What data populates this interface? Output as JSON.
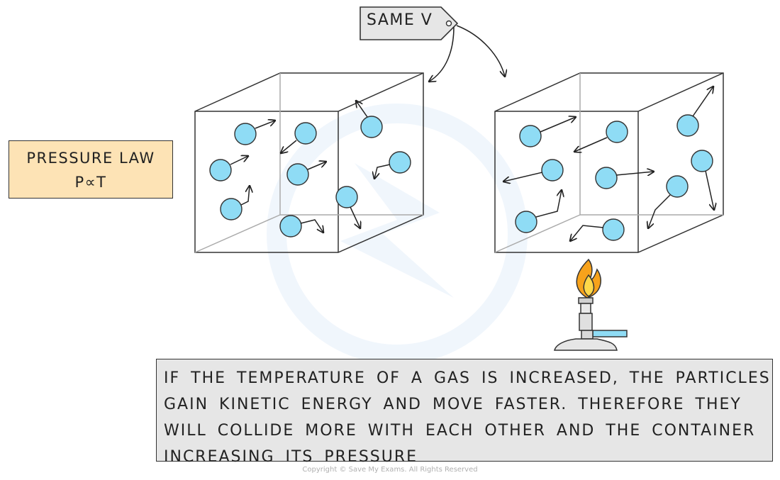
{
  "law_box": {
    "title": "PRESSURE LAW",
    "relation": "P∝T"
  },
  "tag": {
    "label": "SAME V"
  },
  "explanation": {
    "lines": [
      "IF THE TEMPERATURE OF A GAS IS INCREASED, THE PARTICLES",
      "GAIN KINETIC ENERGY AND MOVE FASTER. THEREFORE THEY",
      "WILL COLLIDE MORE WITH EACH OTHER AND THE CONTAINER",
      "INCREASING ITS PRESSURE"
    ]
  },
  "footer": {
    "copyright": "Copyright © Save My Exams. All Rights Reserved"
  },
  "colors": {
    "particle_fill": "#8fdcf5",
    "law_box_fill": "#fde3b5",
    "note_box_fill": "#e6e6e6",
    "tag_fill": "#e6e6e6",
    "flame_outer": "#f7a21b",
    "flame_inner": "#ffd84a",
    "burner_tube": "#8fdcf5",
    "outline": "#333333"
  },
  "icons": [
    "bunsen-burner-icon",
    "flame-icon",
    "tag-icon"
  ]
}
